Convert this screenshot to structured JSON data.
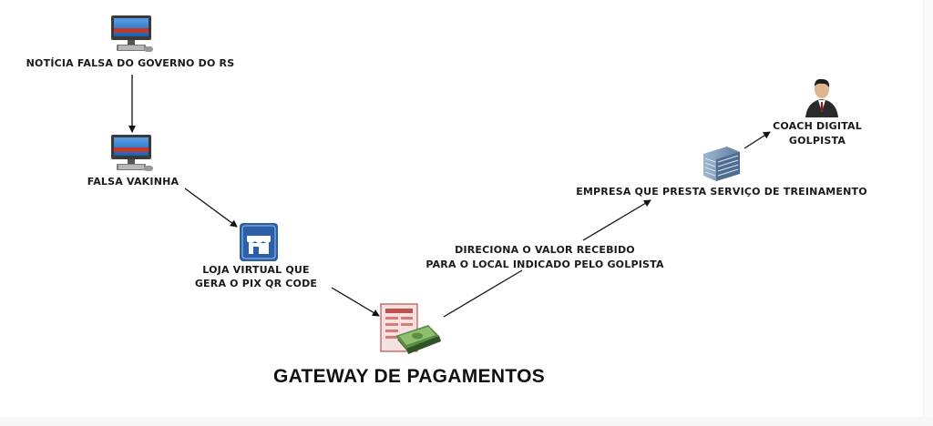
{
  "nodes": {
    "noticia": "NOTÍCIA FALSA DO GOVERNO DO RS",
    "vakinha": "FALSA VAKINHA",
    "loja_1": "LOJA VIRTUAL QUE",
    "loja_2": "GERA O PIX QR CODE",
    "gateway": "GATEWAY DE PAGAMENTOS",
    "direciona_1": "DIRECIONA O VALOR RECEBIDO",
    "direciona_2": "PARA O LOCAL INDICADO PELO GOLPISTA",
    "empresa": "EMPRESA QUE PRESTA SERVIÇO DE TREINAMENTO",
    "coach_1": "COACH DIGITAL",
    "coach_2": "GOLPISTA"
  },
  "colors": {
    "arrow": "#111111",
    "store_blue": "#2b5fa8",
    "building_blue": "#6f8fb3",
    "money_green": "#4f7f3a",
    "document_red": "#c0504d"
  }
}
